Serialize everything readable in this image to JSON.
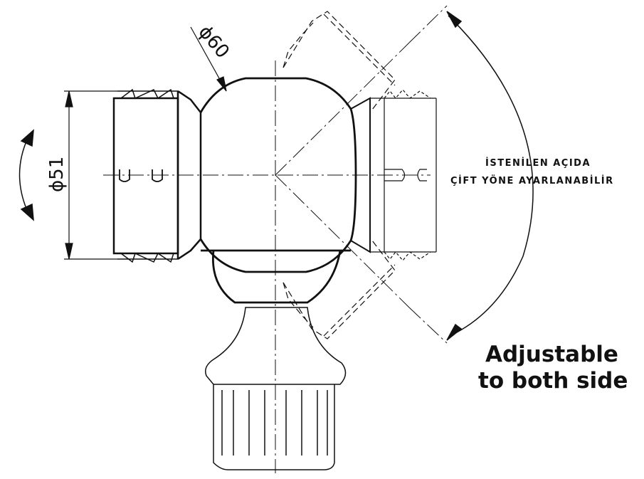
{
  "dimensions": {
    "sphere_diameter": "ϕ60",
    "body_diameter": "ϕ51"
  },
  "note": {
    "line1": "İSTENİLEN AÇIDA",
    "line2": "ÇİFT YÖNE AYARLANABİLİR"
  },
  "caption": {
    "line1": "Adjustable",
    "line2": "to both side"
  },
  "colors": {
    "line": "#111111",
    "background": "#ffffff"
  }
}
